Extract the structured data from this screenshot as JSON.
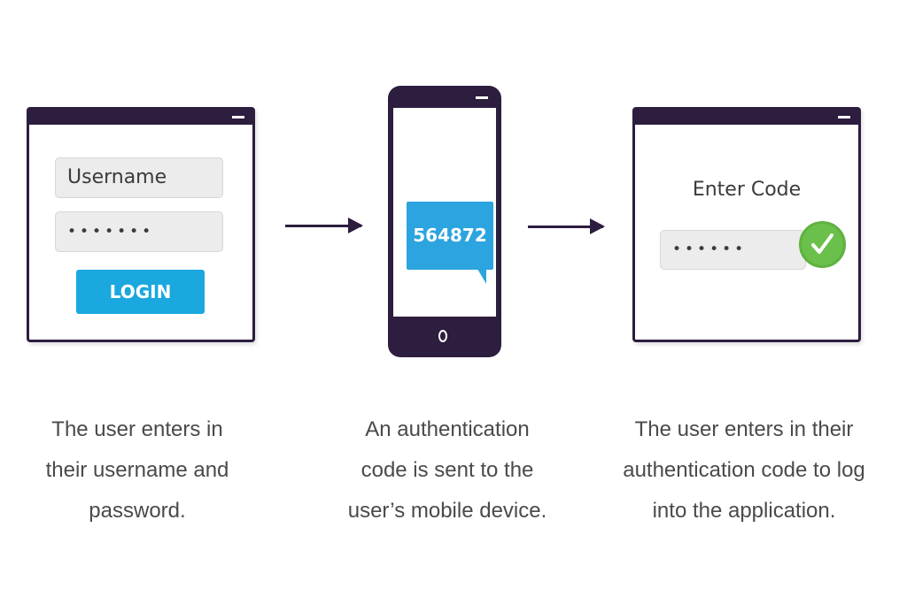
{
  "step1": {
    "username_text": "Username",
    "password_text": "•••••••",
    "login_label": "LOGIN",
    "caption": [
      "The user enters in",
      "their username and",
      "password."
    ]
  },
  "step2": {
    "code": "564872",
    "caption": [
      "An authentication",
      "code is sent to the",
      "user’s mobile device."
    ]
  },
  "step3": {
    "label": "Enter Code",
    "code_text": "••••••",
    "caption": [
      "The user enters in their",
      "authentication code to log",
      "into the application."
    ]
  },
  "colors": {
    "frame": "#2d1d3f",
    "accent_blue": "#1aa8de",
    "success_green": "#6ac04a",
    "field_gray": "#ececec"
  },
  "icons": [
    "minimize-icon",
    "arrow-right-icon",
    "home-button-icon",
    "checkmark-icon"
  ]
}
